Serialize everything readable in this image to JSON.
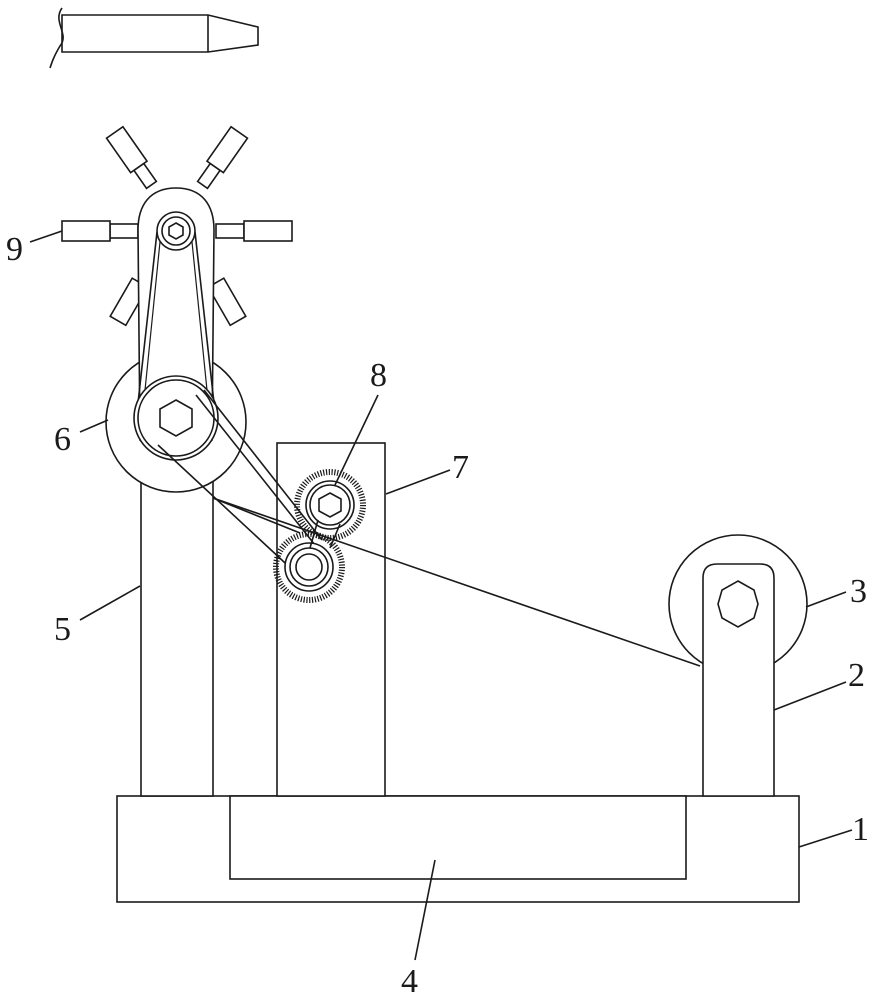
{
  "labels": {
    "l1": "1",
    "l2": "2",
    "l3": "3",
    "l4": "4",
    "l5": "5",
    "l6": "6",
    "l7": "7",
    "l8": "8",
    "l9": "9"
  },
  "colors": {
    "stroke": "#1a1a1a",
    "background": "#ffffff"
  }
}
